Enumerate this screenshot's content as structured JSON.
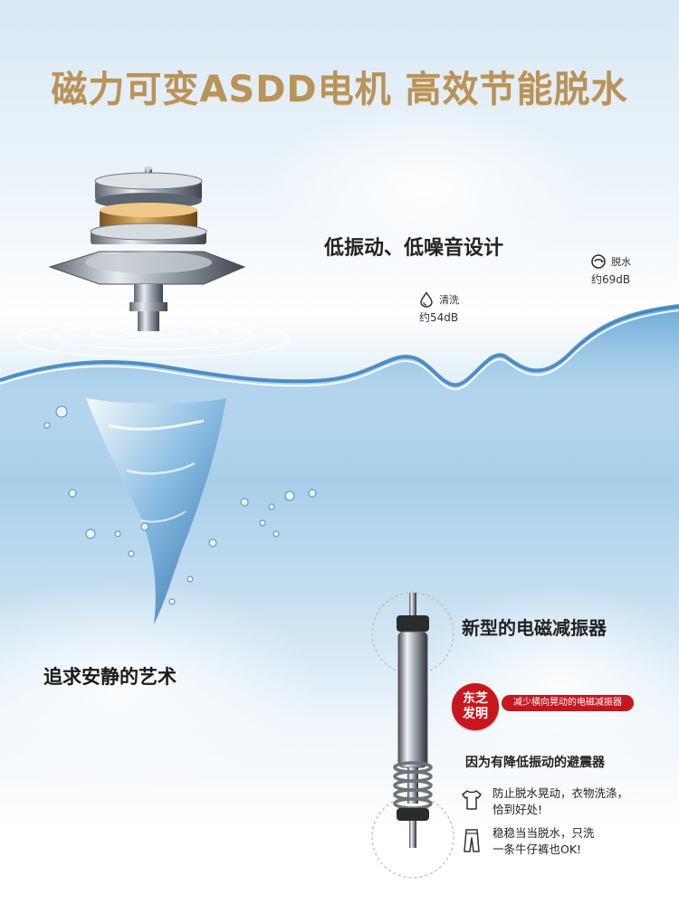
{
  "headline": "磁力可变ASDD电机 高效节能脱水",
  "subtitle": "低振动、低噪音设计",
  "wash_readout": {
    "label": "清洗",
    "value": "约54dB",
    "icon": "water-drop-icon"
  },
  "spin_readout": {
    "label": "脱水",
    "value": "约69dB",
    "icon": "spin-icon"
  },
  "tagline": "追求安静的艺术",
  "damper": {
    "title": "新型的电磁减振器",
    "brand_line1": "东芝",
    "brand_line2": "发明",
    "pill": "减少横向晃动的电磁减振器",
    "note_head": "因为有降低振动的避震器",
    "points": [
      {
        "icon": "tshirt-icon",
        "line1": "防止脱水晃动，衣物洗涤，",
        "line2": "恰到好处!"
      },
      {
        "icon": "jeans-icon",
        "line1": "稳稳当当脱水，只洗",
        "line2": "一条牛仔裤也OK!"
      }
    ]
  },
  "colors": {
    "headline": "#b8935a",
    "accent_red": "#c8161d",
    "water": "#4a90c8"
  }
}
